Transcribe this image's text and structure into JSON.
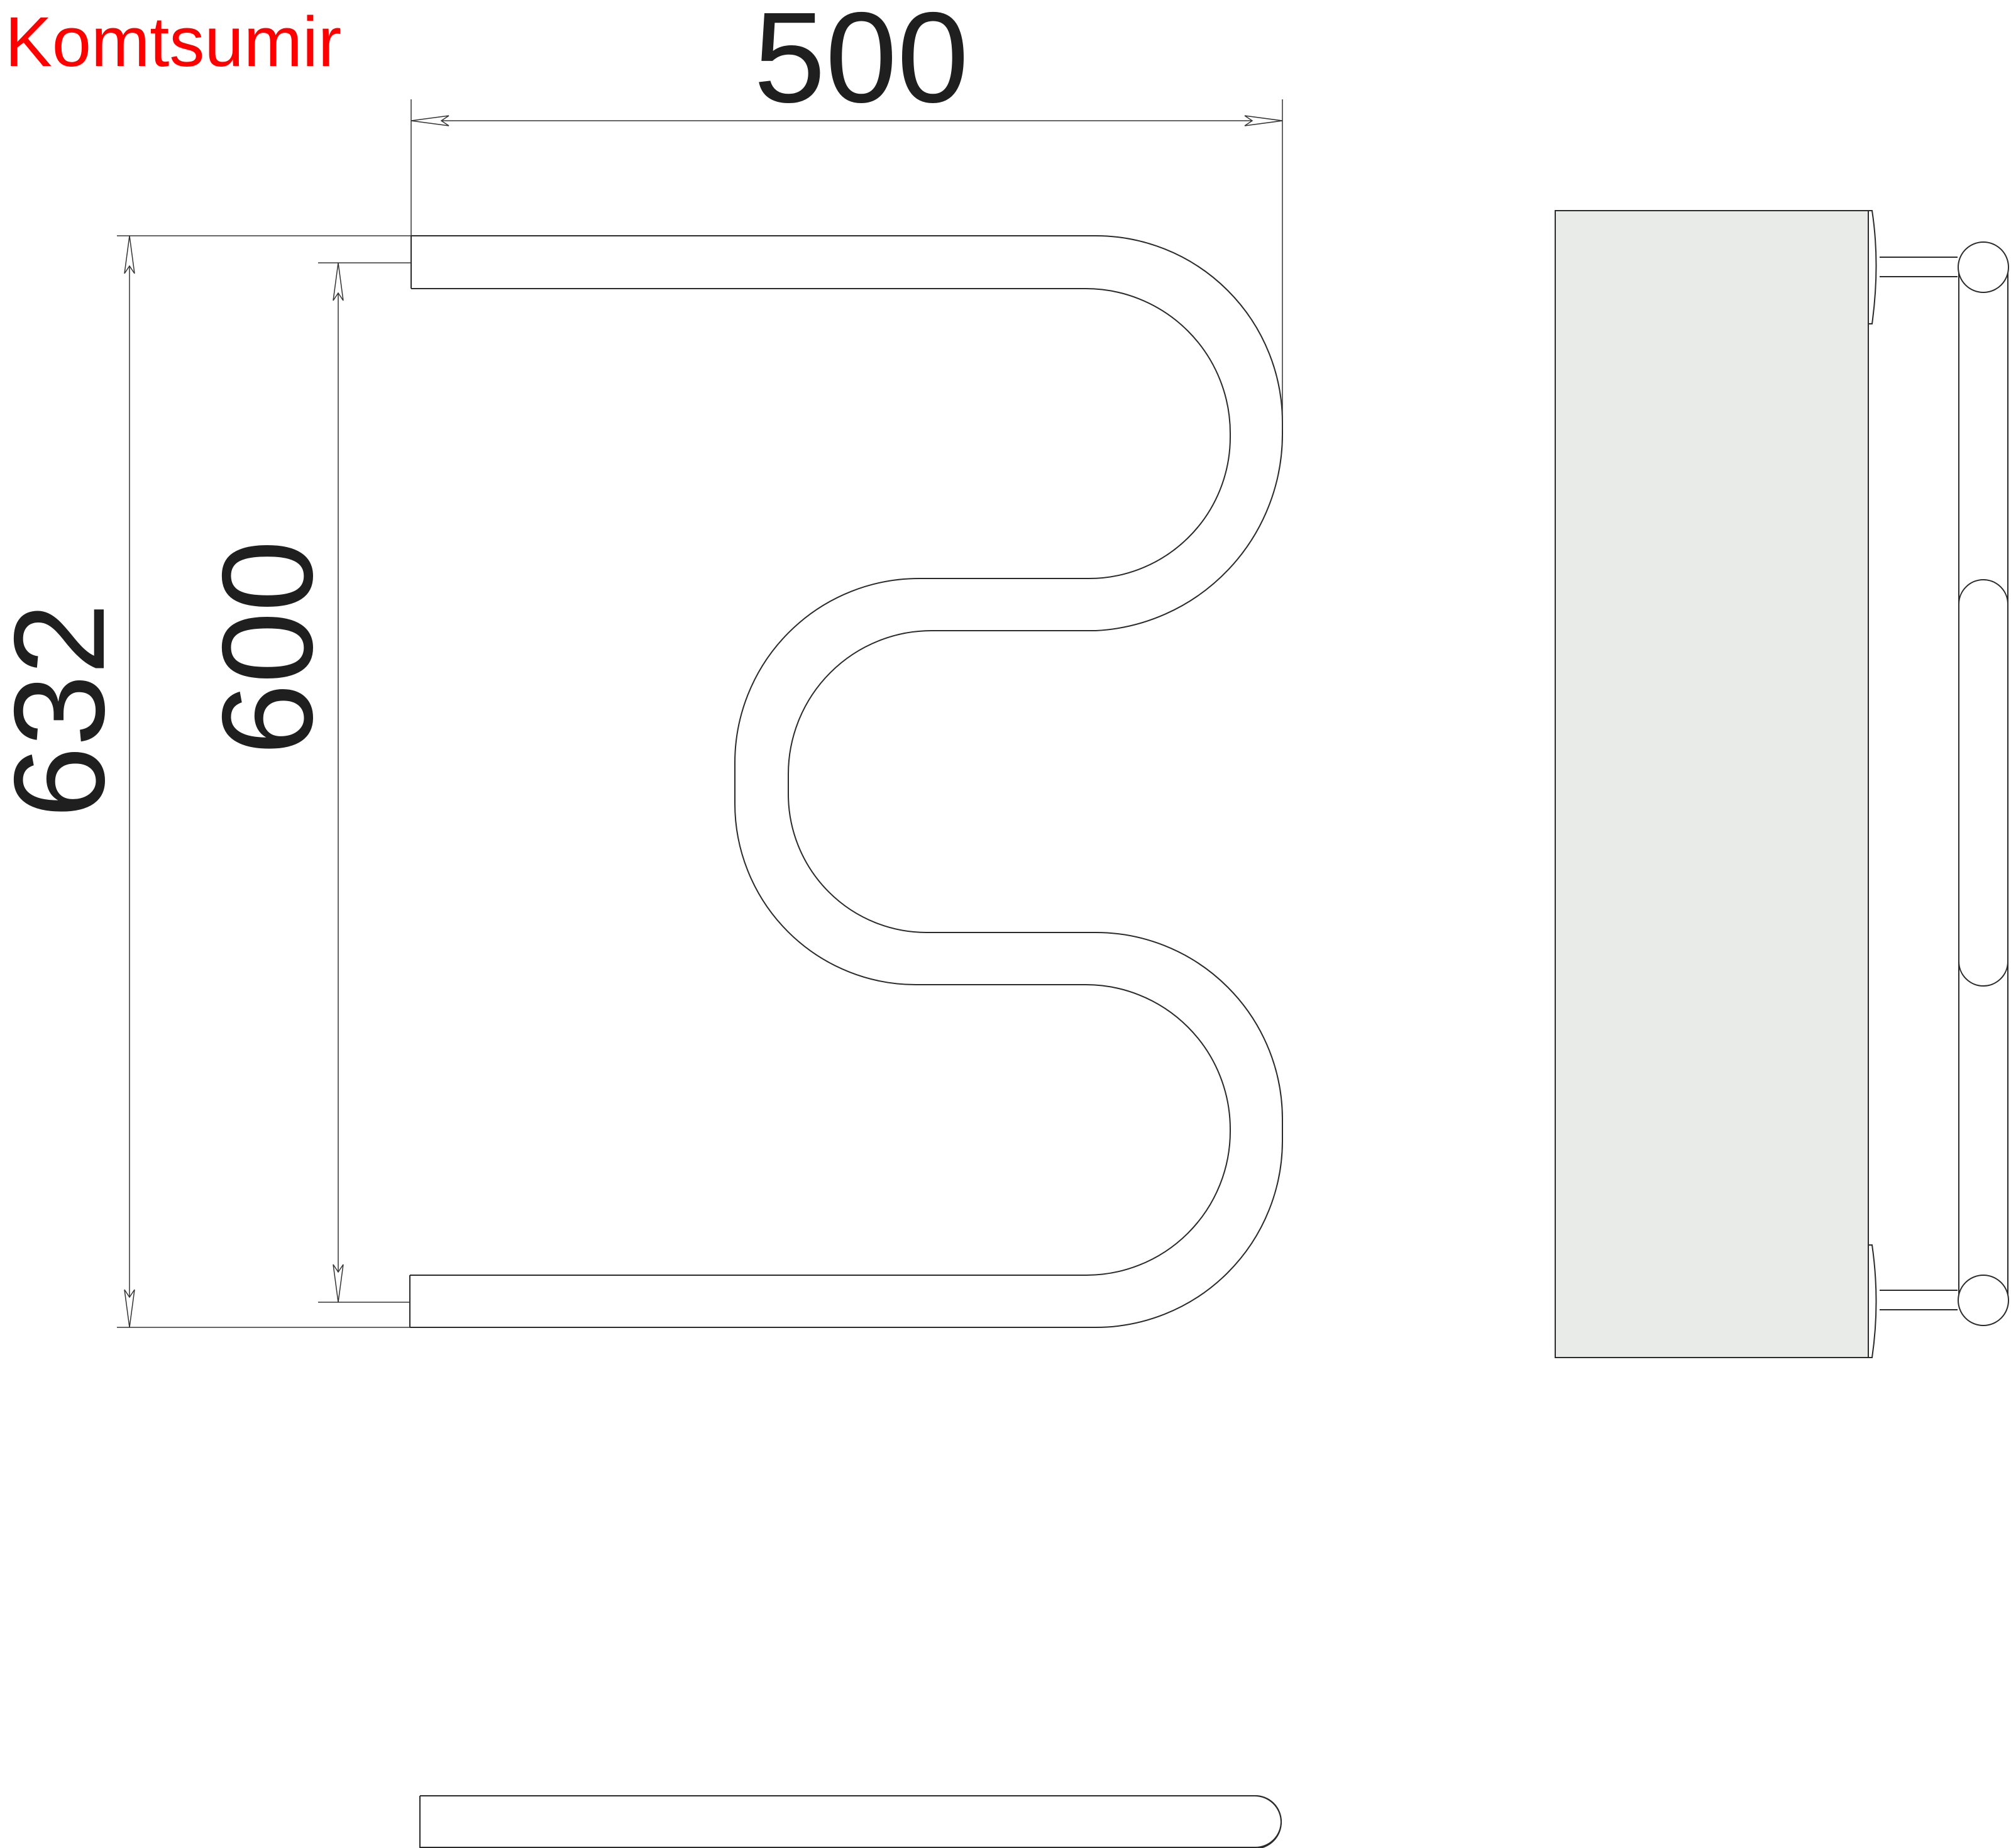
{
  "brand": {
    "text": "Komtsumir",
    "color": "#ff0000"
  },
  "dimensions": {
    "width": "500",
    "height_outer": "632",
    "height_inner": "600"
  },
  "colors": {
    "outline": "#2a2a2a",
    "wall": "#e9ebe9"
  }
}
